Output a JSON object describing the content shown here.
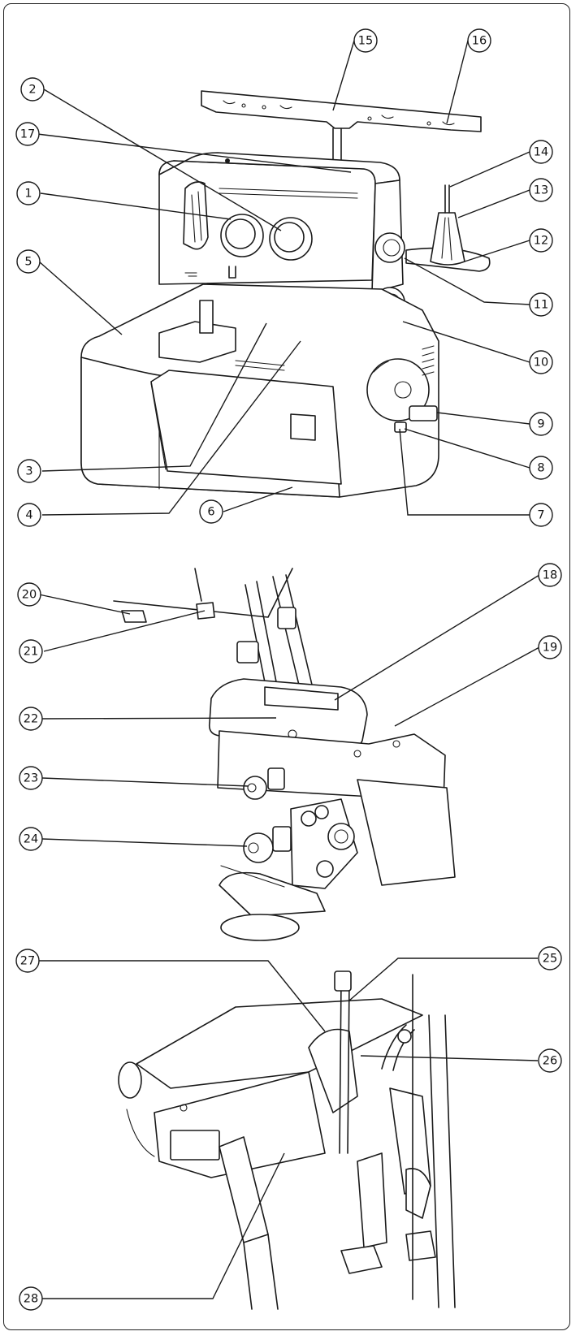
{
  "callouts": [
    {
      "label": "1"
    },
    {
      "label": "2"
    },
    {
      "label": "3"
    },
    {
      "label": "4"
    },
    {
      "label": "5"
    },
    {
      "label": "6"
    },
    {
      "label": "7"
    },
    {
      "label": "8"
    },
    {
      "label": "9"
    },
    {
      "label": "10"
    },
    {
      "label": "11"
    },
    {
      "label": "12"
    },
    {
      "label": "13"
    },
    {
      "label": "14"
    },
    {
      "label": "15"
    },
    {
      "label": "16"
    },
    {
      "label": "17"
    },
    {
      "label": "18"
    },
    {
      "label": "19"
    },
    {
      "label": "20"
    },
    {
      "label": "21"
    },
    {
      "label": "22"
    },
    {
      "label": "23"
    },
    {
      "label": "24"
    },
    {
      "label": "25"
    },
    {
      "label": "26"
    },
    {
      "label": "27"
    },
    {
      "label": "28"
    }
  ],
  "colors": {
    "line": "#1a1a1a",
    "background": "#ffffff"
  }
}
